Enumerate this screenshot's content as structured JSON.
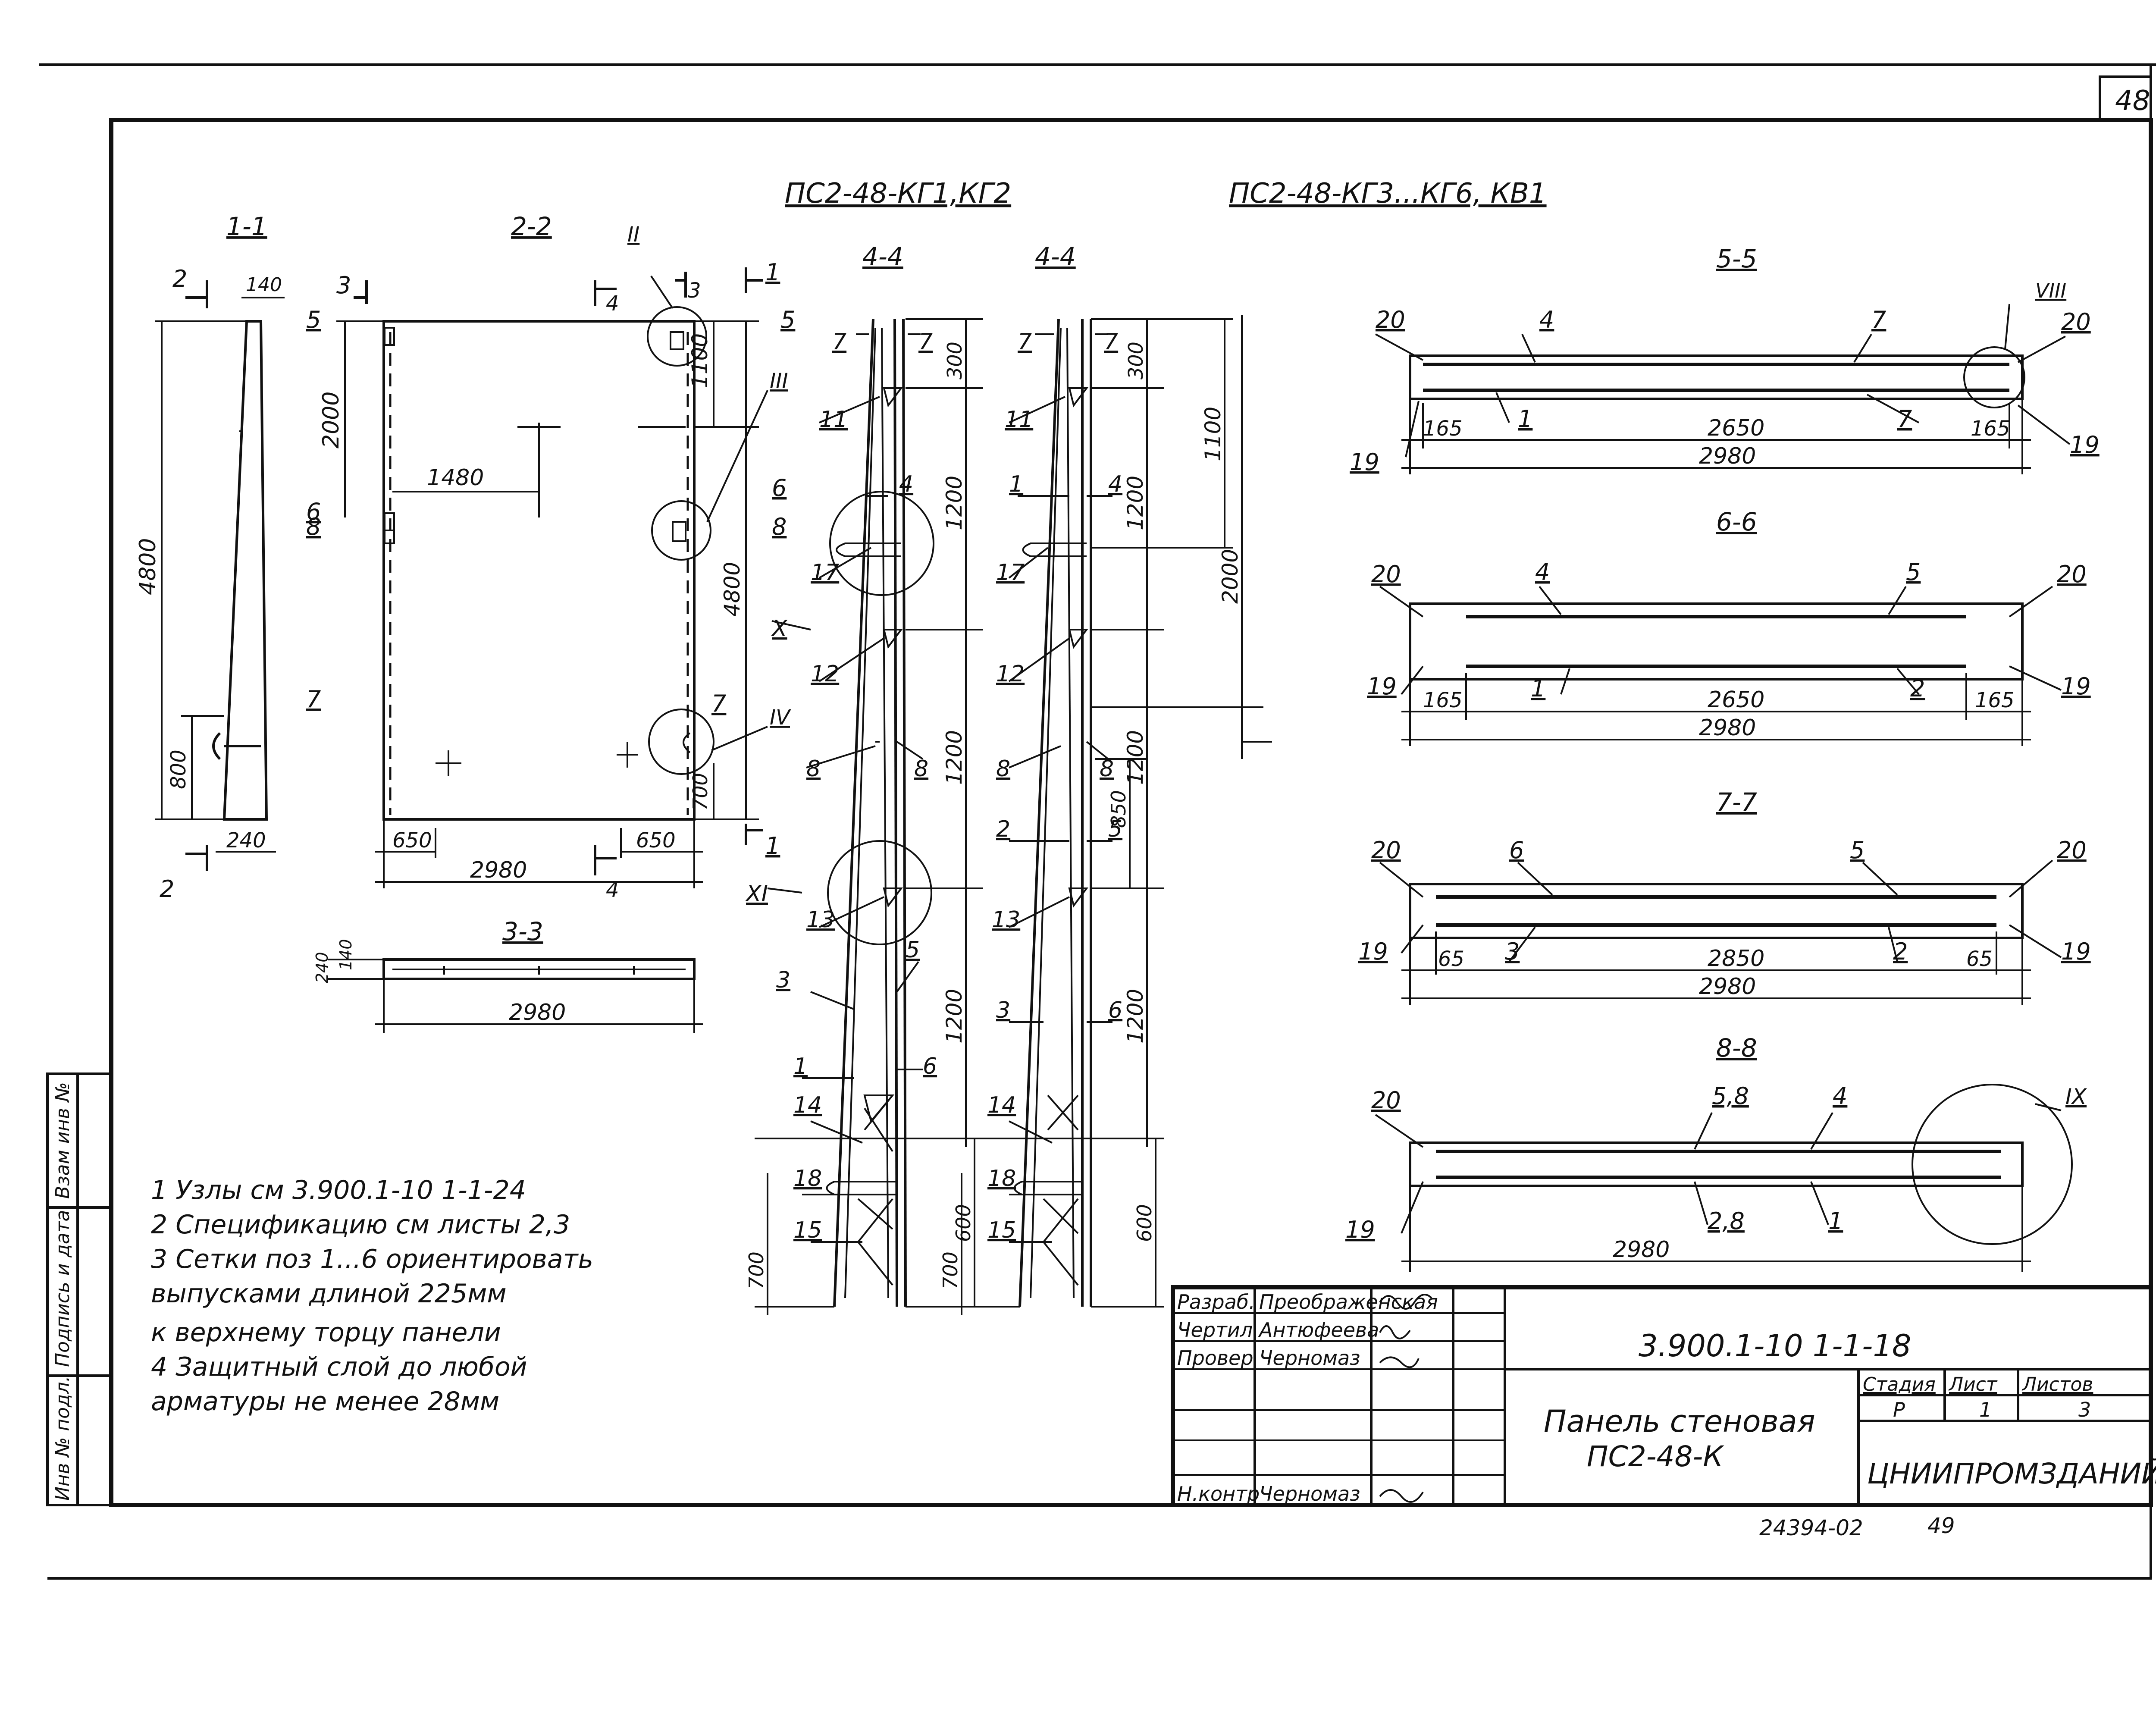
{
  "page_number": "48",
  "page_number_bottom": "49",
  "archive_number": "24394-02",
  "headers": {
    "kg12": "ПС2-48-КГ1,КГ2",
    "kg36": "ПС2-48-КГ3...КГ6, КВ1"
  },
  "sections": {
    "s11": "1-1",
    "s22": "2-2",
    "s33": "3-3",
    "s44a": "4-4",
    "s44b": "4-4",
    "s55": "5-5",
    "s66": "6-6",
    "s77": "7-7",
    "s88": "8-8"
  },
  "dims": {
    "d140": "140",
    "d4800": "4800",
    "d800": "800",
    "d240": "240",
    "d2000": "2000",
    "d1480": "1480",
    "d1100": "1100",
    "d4800b": "4800",
    "d700": "700",
    "d650a": "650",
    "d650b": "650",
    "d2980a": "2980",
    "d140b": "140",
    "d240b": "240",
    "d2980b": "2980",
    "d300a": "300",
    "d1200a": "1200",
    "d1200b": "1200",
    "d1200c": "1200",
    "d600a": "600",
    "d700a": "700",
    "d300b": "300",
    "d1100b": "1100",
    "d2000b": "2000",
    "d1200d": "1200",
    "d1200e": "1200",
    "d850": "850",
    "d1200f": "1200",
    "d600b": "600",
    "d700b": "700",
    "d165a": "165",
    "d2650a": "2650",
    "d165b": "165",
    "d2980c": "2980",
    "d165c": "165",
    "d2650b": "2650",
    "d165d": "165",
    "d2980d": "2980",
    "d65a": "65",
    "d2850": "2850",
    "d65b": "65",
    "d2980e": "2980",
    "d2980f": "2980"
  },
  "marks": {
    "m2a": "2",
    "m2b": "2",
    "m3a": "3",
    "m3b": "3",
    "m4a": "4",
    "m4b": "4",
    "m5a": "5",
    "m5b": "5",
    "m6a": "6",
    "m6b": "6",
    "m8a": "8",
    "m8b": "8",
    "m7a": "7",
    "m7b": "7",
    "m1a": "1",
    "m1b": "1",
    "rII": "II",
    "rIII": "III",
    "rIV": "IV",
    "rX": "X",
    "rXI": "XI",
    "rVIII": "VIII",
    "rIX": "IX"
  },
  "positions": {
    "a7a": "7",
    "a7b": "7",
    "a11": "11",
    "a4": "4",
    "a17": "17",
    "a12": "12",
    "a8a": "8",
    "a8b": "8",
    "a13": "13",
    "a3": "3",
    "a5": "5",
    "a1": "1",
    "a6": "6",
    "a14": "14",
    "a18": "18",
    "a15": "15",
    "b7a": "7",
    "b7b": "7",
    "b11": "11",
    "b1": "1",
    "b4": "4",
    "b17": "17",
    "b12": "12",
    "b8a": "8",
    "b8b": "8",
    "b2": "2",
    "b5": "5",
    "b13": "13",
    "b3": "3",
    "b6": "6",
    "b14": "14",
    "b18": "18",
    "b15": "15",
    "c20a": "20",
    "c4": "4",
    "c7a": "7",
    "c20b": "20",
    "c1": "1",
    "c7b": "7",
    "c19a": "19",
    "c19b": "19",
    "e20a": "20",
    "e4": "4",
    "e5": "5",
    "e20b": "20",
    "e19a": "19",
    "e1": "1",
    "e2": "2",
    "e19b": "19",
    "f20a": "20",
    "f6": "6",
    "f5": "5",
    "f20b": "20",
    "f19a": "19",
    "f3": "3",
    "f2": "2",
    "f19b": "19",
    "g20": "20",
    "g58": "5,8",
    "g4": "4",
    "g19": "19",
    "g28": "2,8",
    "g1": "1"
  },
  "notes": [
    "1  Узлы  см 3.900.1-10 1-1-24",
    "2  Спецификацию  см  листы 2,3",
    "3  Сетки поз 1...6  ориентировать",
    "    выпусками  длиной 225мм",
    "    к верхнему  торцу  панели",
    "4  Защитный  слой  до любой",
    "    арматуры   не менее  28мм"
  ],
  "side_stamp": [
    "Инв № подл.",
    "Подпись и дата",
    "Взам инв №"
  ],
  "title_block": {
    "code": "3.900.1-10 1-1-18",
    "title_line1": "Панель стеновая",
    "title_line2": "ПС2-48-К",
    "org": "ЦНИИПРОМЗДАНИЙ",
    "stage_label": "Стадия",
    "sheet_label": "Лист",
    "sheets_label": "Листов",
    "stage": "Р",
    "sheet": "1",
    "sheets": "3",
    "roles": [
      {
        "role": "Разраб.",
        "name": "Преображенская"
      },
      {
        "role": "Чертил",
        "name": "Антюфеева"
      },
      {
        "role": "Провер",
        "name": "Черномаз"
      },
      {
        "role": "",
        "name": ""
      },
      {
        "role": "",
        "name": ""
      },
      {
        "role": "Н.контр",
        "name": "Черномаз"
      }
    ]
  }
}
